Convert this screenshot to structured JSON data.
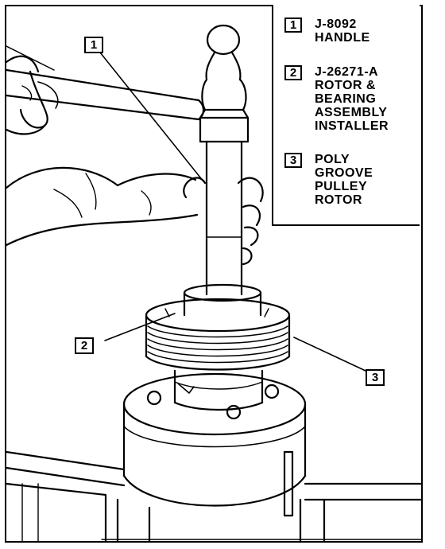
{
  "legend": {
    "items": [
      {
        "number": "1",
        "text": "J-8092\nHANDLE"
      },
      {
        "number": "2",
        "text": "J-26271-A\nROTOR &\nBEARING\nASSEMBLY\nINSTALLER"
      },
      {
        "number": "3",
        "text": "POLY\nGROOVE\nPULLEY\nROTOR"
      }
    ]
  },
  "callouts": [
    "1",
    "2",
    "3"
  ]
}
